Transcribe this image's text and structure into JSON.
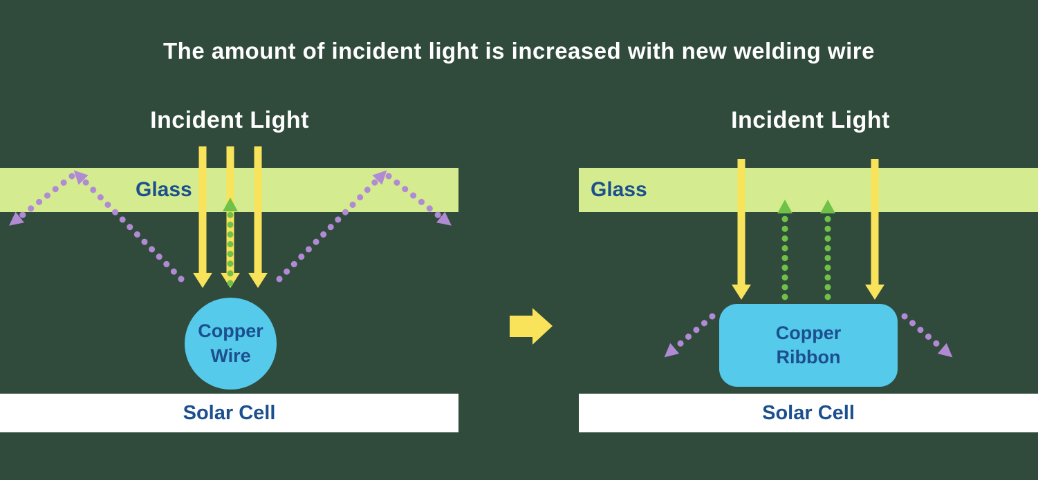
{
  "title": "The amount of incident light is increased with new welding wire",
  "colors": {
    "background": "#304B3C",
    "glass": "#D4EC8F",
    "yellow": "#F8E35A",
    "green": "#6FC247",
    "purple": "#B18AD4",
    "cyan": "#55CAEB",
    "navy": "#1C4F8E",
    "white": "#FFFFFF"
  },
  "left": {
    "incident_light": "Incident Light",
    "glass": "Glass",
    "conductor_line1": "Copper",
    "conductor_line2": "Wire",
    "solar_cell": "Solar Cell"
  },
  "right": {
    "incident_light": "Incident Light",
    "glass": "Glass",
    "conductor_line1": "Copper",
    "conductor_line2": "Ribbon",
    "solar_cell": "Solar Cell"
  }
}
